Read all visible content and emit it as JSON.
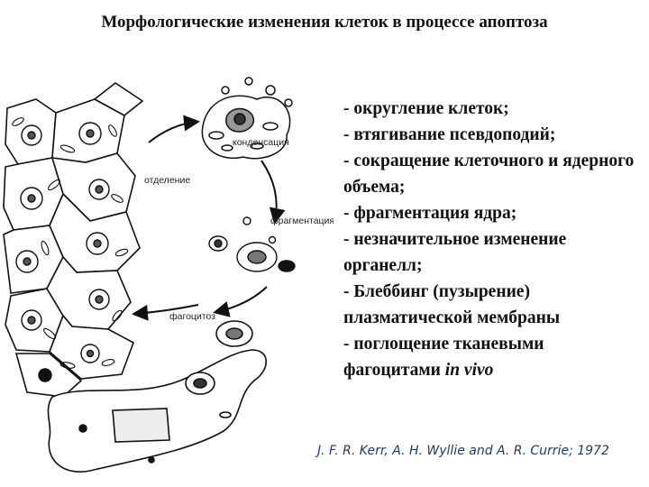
{
  "title": "Морфологические изменения клеток в процессе апоптоза",
  "diagram": {
    "labels": {
      "condensation": "конденсация",
      "separation": "отделение",
      "fragmentation": "фрагментация",
      "phagocytosis": "фагоцитоз"
    }
  },
  "features": [
    {
      "text": "- округление клеток;"
    },
    {
      "text": "- втягивание псевдоподий;"
    },
    {
      "text": "- сокращение клеточного и ядерного объема;"
    },
    {
      "text": "- фрагментация ядра;"
    },
    {
      "text": "- незначительное изменение органелл;"
    },
    {
      "text": "- Блеббинг (пузырение) плазматической мембраны"
    },
    {
      "text": "- поглощение тканевыми фагоцитами ",
      "italic": "in vivo"
    }
  ],
  "citation": "J. F. R. Kerr, A. H. Wyllie and A. R. Currie; 1972"
}
